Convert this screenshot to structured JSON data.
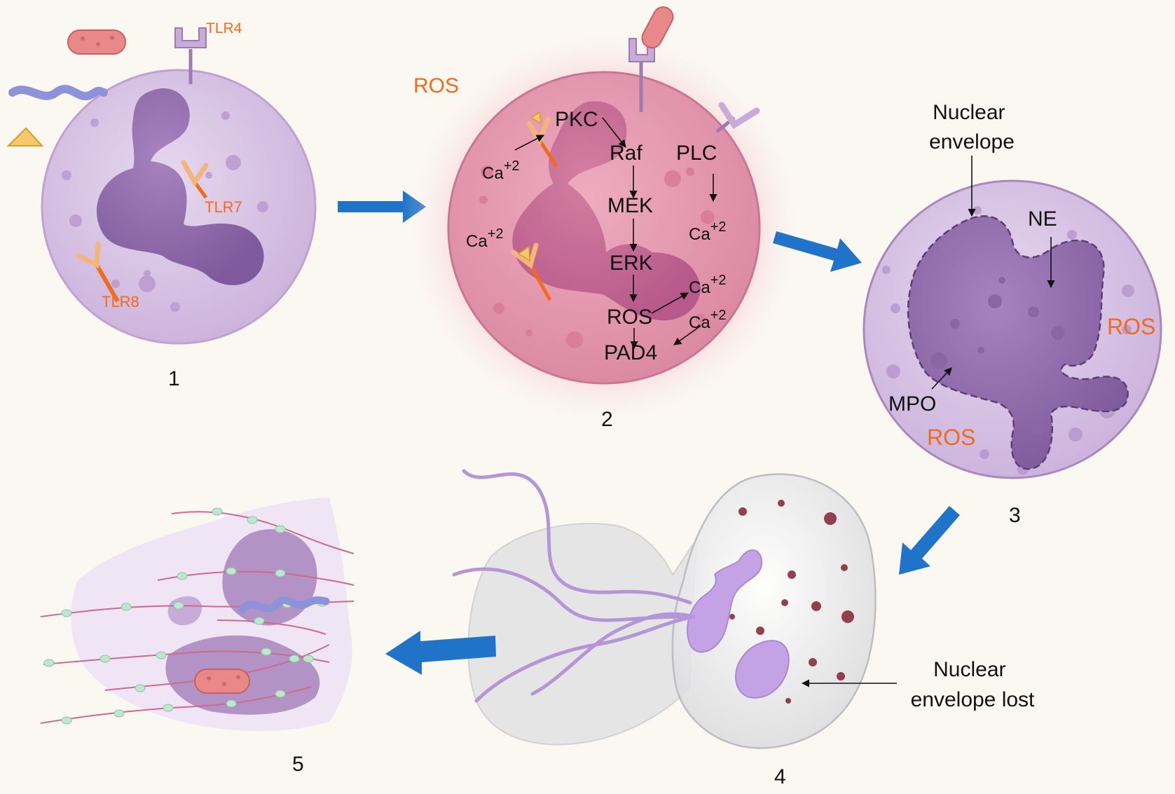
{
  "stages": {
    "one": {
      "number": "1",
      "receptors": {
        "tlr4": "TLR4",
        "tlr7": "TLR7",
        "tlr8": "TLR8"
      }
    },
    "two": {
      "number": "2",
      "ros": "ROS",
      "pathway": {
        "pkc": "PKC",
        "raf": "Raf",
        "mek": "MEK",
        "erk": "ERK",
        "ros": "ROS",
        "pad4": "PAD4",
        "plc": "PLC"
      },
      "calcium": {
        "base": "Ca",
        "charge": "+2"
      }
    },
    "three": {
      "number": "3",
      "nuclear_envelope": [
        "Nuclear",
        "envelope"
      ],
      "ne": "NE",
      "mpo": "MPO",
      "ros_right": "ROS",
      "ros_bottom": "ROS"
    },
    "four": {
      "number": "4",
      "envelope_lost": [
        "Nuclear",
        "envelope lost"
      ]
    },
    "five": {
      "number": "5"
    }
  },
  "colors": {
    "background": "#fbf8f2",
    "cell_lilac": "#dccbe6",
    "cell_pink": "#e79ab0",
    "nucleus": "#9b72b4",
    "arrow_blue": "#1f74c9",
    "orange_label": "#f26a1b",
    "receptor_purple": "#c6a6d8"
  },
  "icons": [
    "bacterium-icon",
    "virus-icon",
    "triangle-antigen-icon",
    "dna-strand-icon"
  ]
}
